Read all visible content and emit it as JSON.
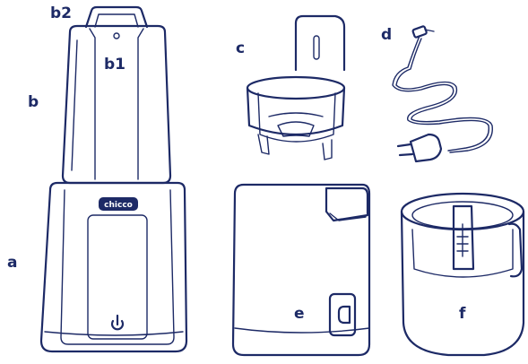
{
  "labels": {
    "b2": "b2",
    "b1": "b1",
    "b": "b",
    "c": "c",
    "d": "d",
    "a": "a",
    "e": "e",
    "f": "f"
  },
  "brand_logo": "chicco",
  "colors": {
    "line": "#1d2a66",
    "background": "#ffffff"
  },
  "icons": {
    "power": "power-icon"
  }
}
